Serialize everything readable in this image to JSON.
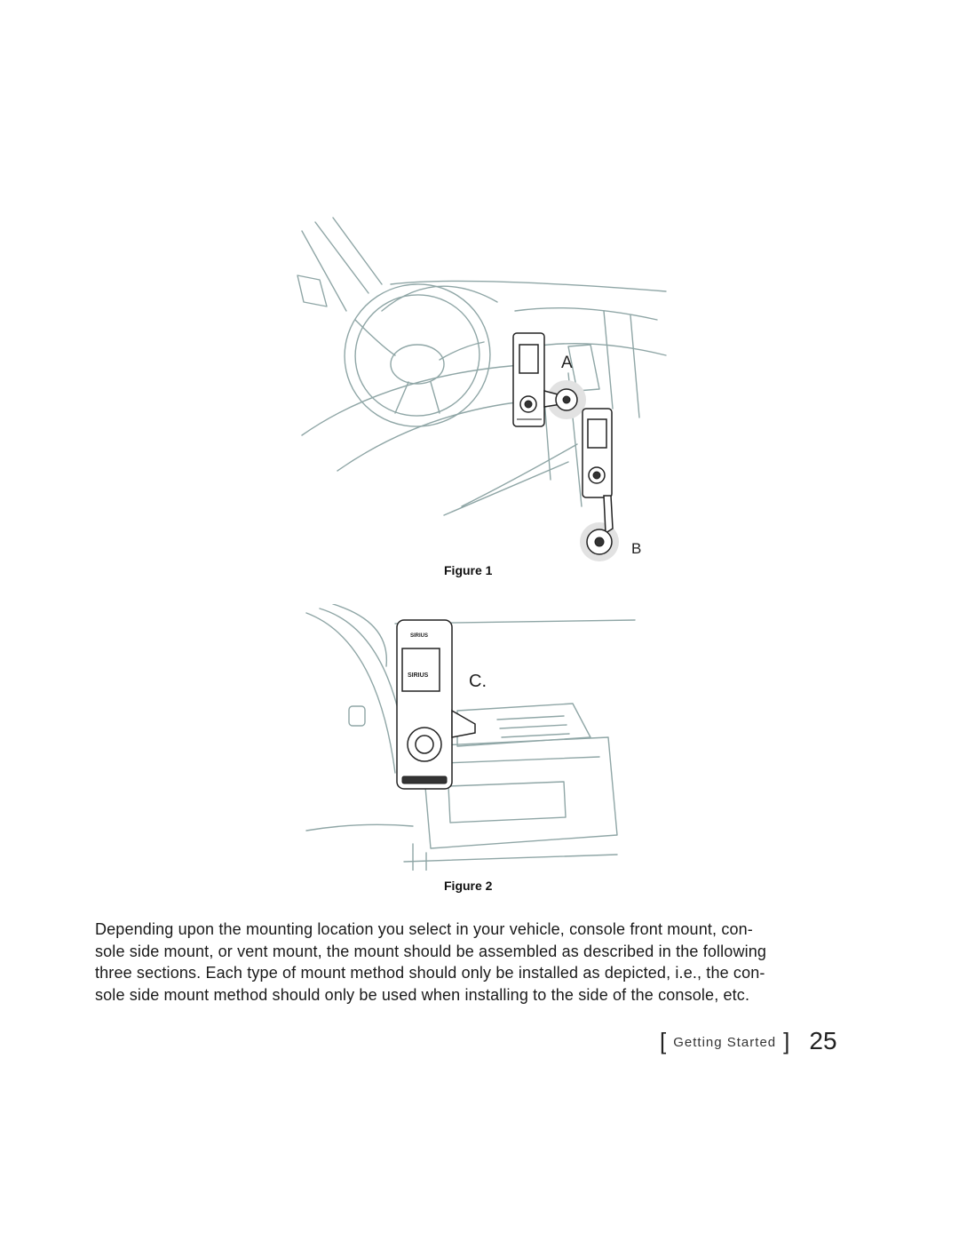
{
  "figures": [
    {
      "caption": "Figure 1",
      "callouts": [
        "A",
        "B"
      ]
    },
    {
      "caption": "Figure 2",
      "callouts": [
        "C."
      ]
    }
  ],
  "device_brand_label": "SIRIUS",
  "body_lines": [
    "Depending upon the mounting location you select in your vehicle, console front mount, con-",
    "sole side mount, or vent mount, the mount should be assembled as described in the following",
    "three sections. Each type of mount method should only be installed as depicted, i.e., the con-",
    "sole side mount method should only be used when installing to the side of the console, etc."
  ],
  "footer": {
    "bracket_open": "[",
    "section": "Getting Started",
    "bracket_close": "]",
    "page_number": "25"
  }
}
